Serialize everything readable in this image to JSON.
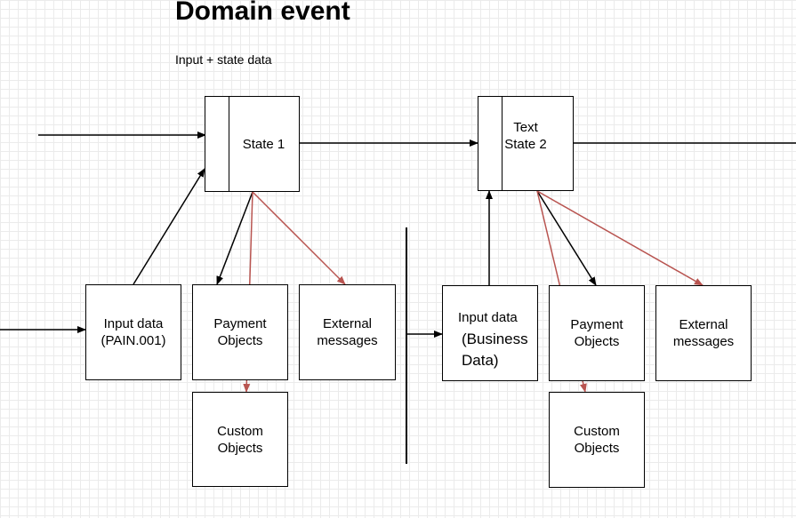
{
  "title": "Domain event",
  "subtitle": "Input + state data",
  "states": [
    {
      "label": "State 1"
    },
    {
      "label": "Text\nState 2"
    }
  ],
  "nodes": {
    "input1": "Input data\n(PAIN.001)",
    "payment1": "Payment\nObjects",
    "external1": "External\nmessages",
    "custom1": "Custom\nObjects",
    "input2_line1": "Input data",
    "input2_line2": "(Business",
    "input2_line3": "Data)",
    "payment2": "Payment\nObjects",
    "external2": "External\nmessages",
    "custom2": "Custom\nObjects"
  },
  "colors": {
    "grid": "#ebebeb",
    "line": "#000000",
    "red_edge": "#b85450"
  }
}
